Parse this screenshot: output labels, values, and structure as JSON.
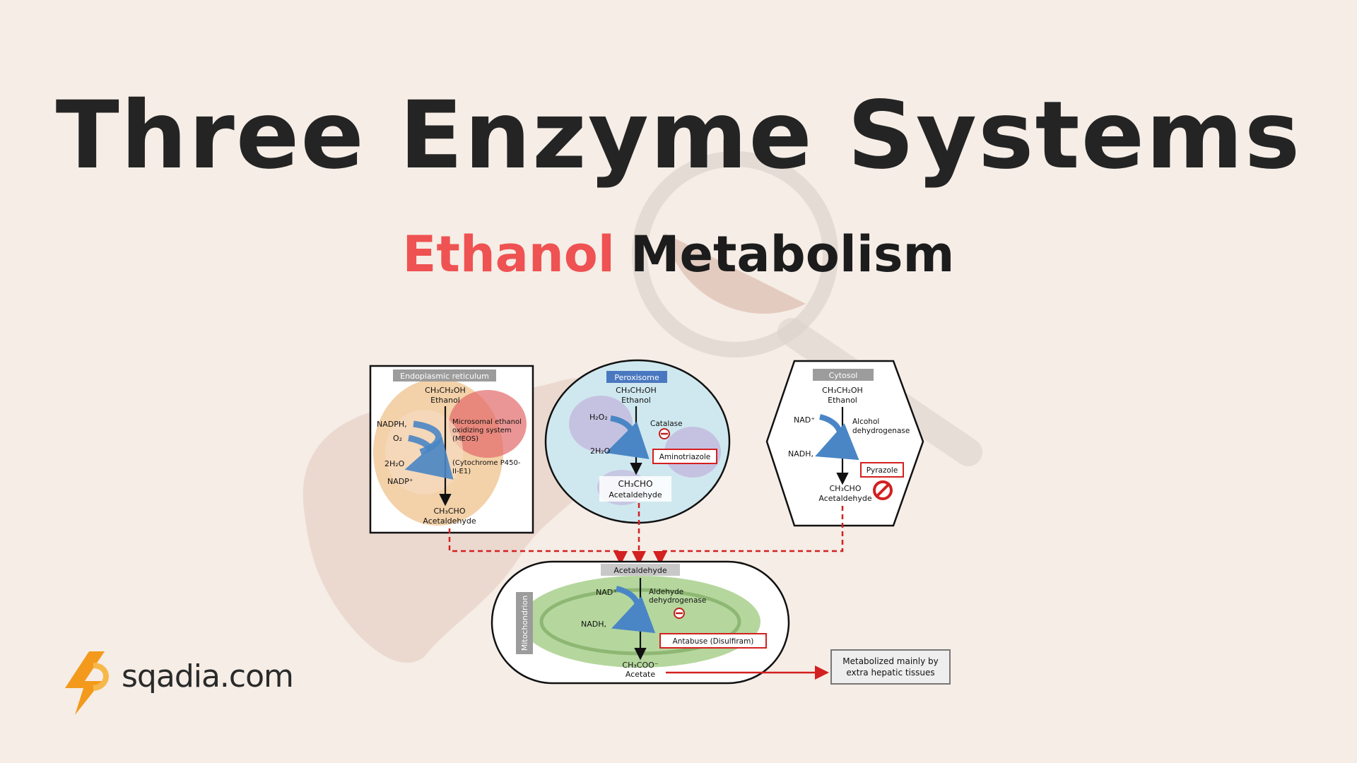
{
  "title": "Three Enzyme Systems",
  "subtitle": {
    "part1": "Ethanol",
    "part2": "Metabolism"
  },
  "er": {
    "label": "Endoplasmic reticulum",
    "substrate_formula": "CH₃CH₂OH",
    "substrate_name": "Ethanol",
    "cofactor_in_1": "NADPH,",
    "cofactor_in_2": "O₂",
    "cofactor_out_1": "2H₂O",
    "cofactor_out_2": "NADP⁺",
    "enzyme_1": "Microsomal ethanol",
    "enzyme_2": "oxidizing system",
    "enzyme_3": "(MEOS)",
    "enzyme_4": "(Cytochrome P450-",
    "enzyme_5": "II-E1)",
    "product_formula": "CH₃CHO",
    "product_name": "Acetaldehyde"
  },
  "peroxisome": {
    "label": "Peroxisome",
    "substrate_formula": "CH₃CH₂OH",
    "substrate_name": "Ethanol",
    "cofactor_in": "H₂O₂",
    "cofactor_out": "2H₂O",
    "enzyme": "Catalase",
    "inhibitor": "Aminotriazole",
    "product_formula": "CH₃CHO",
    "product_name": "Acetaldehyde"
  },
  "cytosol": {
    "label": "Cytosol",
    "substrate_formula": "CH₃CH₂OH",
    "substrate_name": "Ethanol",
    "cofactor_in": "NAD⁺",
    "cofactor_out": "NADH,",
    "enzyme_1": "Alcohol",
    "enzyme_2": "dehydrogenase",
    "inhibitor": "Pyrazole",
    "product_formula": "CH₃CHO",
    "product_name": "Acetaldehyde"
  },
  "mitochondrion": {
    "label": "Mitochondrion",
    "header": "Acetaldehyde",
    "cofactor_in": "NAD⁺",
    "cofactor_out": "NADH,",
    "enzyme_1": "Aldehyde",
    "enzyme_2": "dehydrogenase",
    "inhibitor": "Antabuse (Disulfiram)",
    "product_formula": "CH₃COO⁻",
    "product_name": "Acetate"
  },
  "note": {
    "line1": "Metabolized mainly by",
    "line2": "extra hepatic tissues"
  },
  "logo": {
    "text": "sqadia.com"
  },
  "colors": {
    "background": "#f5ede6",
    "accent_red": "#ef5252",
    "arrow_blue": "#4a86c5",
    "dashed_red": "#d32020",
    "peroxisome_label": "#4a78c0",
    "logo_orange": "#f39a1c"
  }
}
